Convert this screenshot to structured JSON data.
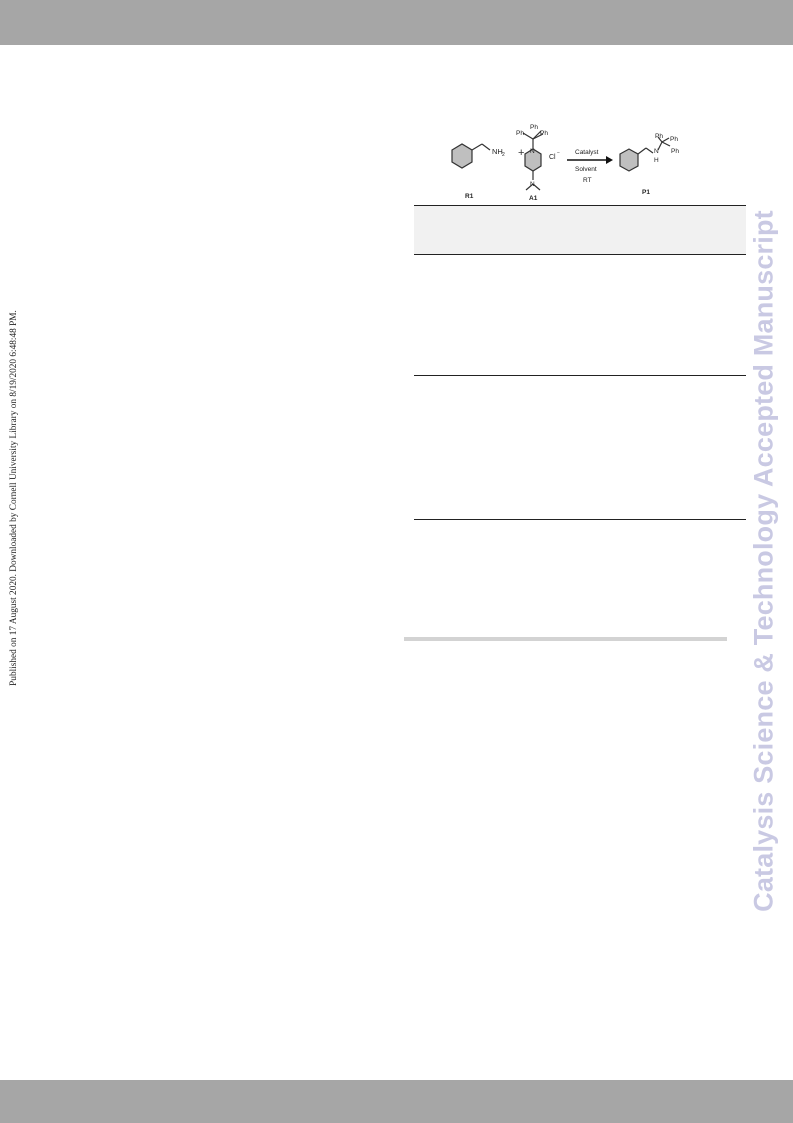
{
  "side_note": "Published on 17 August 2020. Downloaded by Cornell University Library on 8/19/2020 6:48:48 PM.",
  "watermark": "Catalysis Science & Technology Accepted Manuscript",
  "scheme": {
    "ph": "Ph",
    "nh2": "NH",
    "nh2_sub": "2",
    "plus": "+",
    "n": "N",
    "cl": "Cl",
    "cl_charge": "−",
    "catalyst": "Catalyst",
    "solvent": "Solvent",
    "rt": "RT",
    "nh_n": "N",
    "nh_h": "H",
    "label_r1": "R1",
    "label_a1": "A1",
    "label_p1": "P1"
  }
}
